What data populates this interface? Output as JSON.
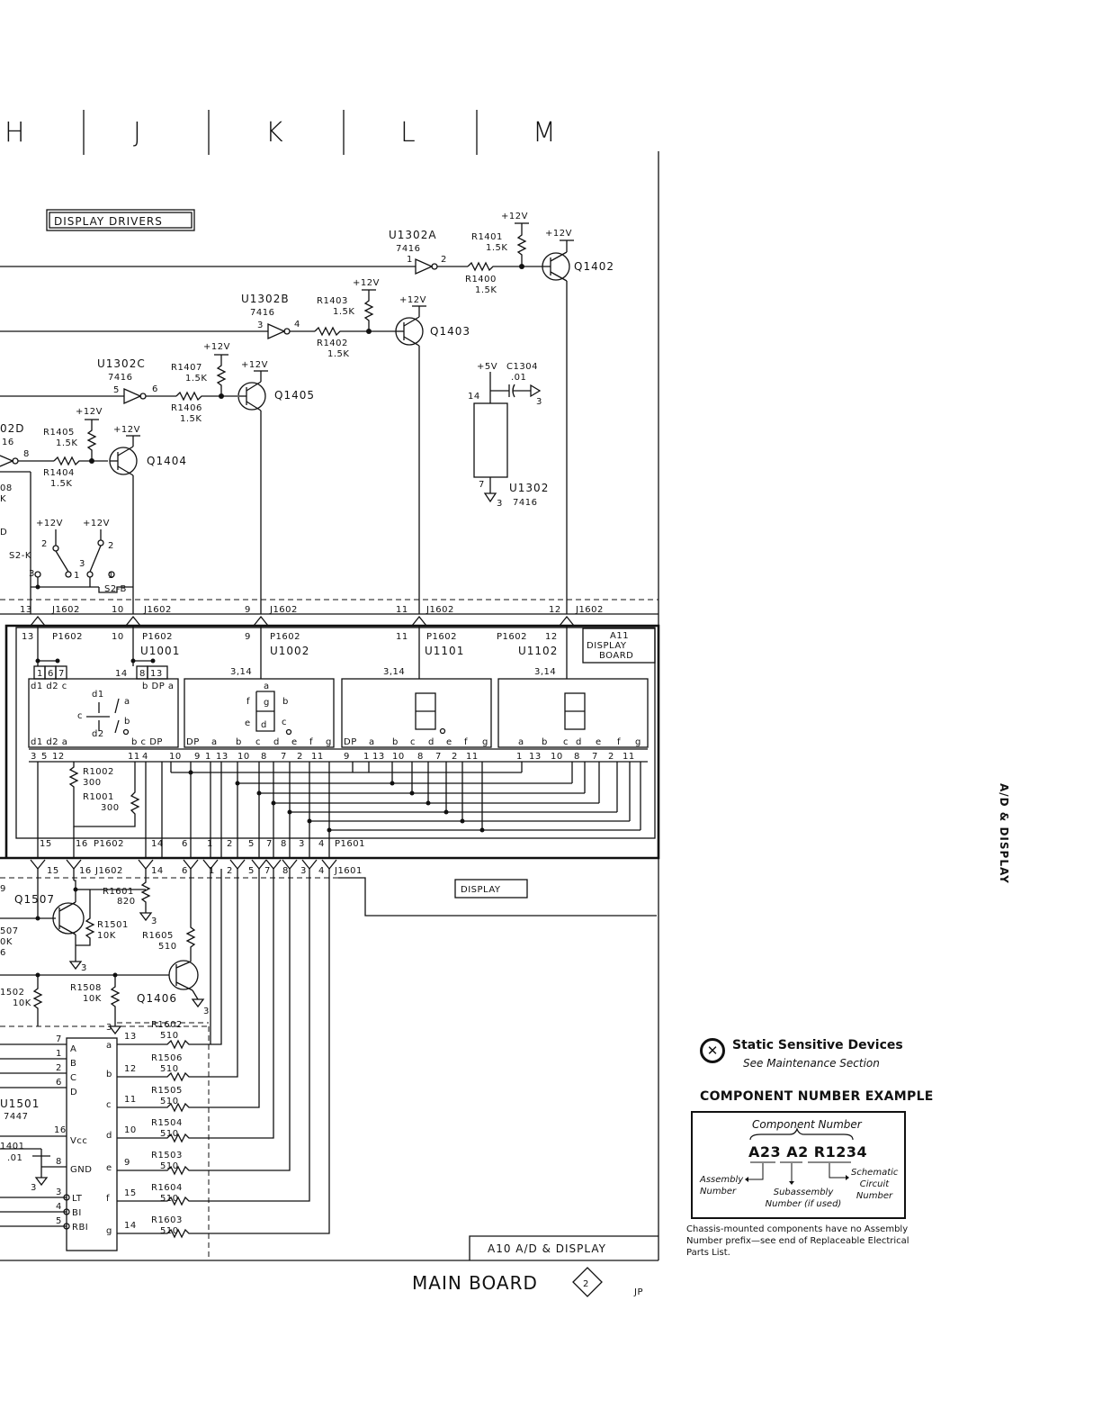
{
  "grid_columns": [
    "H",
    "J",
    "K",
    "L",
    "M"
  ],
  "sections": {
    "display_drivers": "DISPLAY DRIVERS",
    "display": "DISPLAY",
    "board_a11": [
      "A11",
      "DISPLAY",
      "BOARD"
    ],
    "board_a10": "A10 A/D & DISPLAY"
  },
  "footer": {
    "title": "MAIN BOARD",
    "sheet_number": "2",
    "initials": "JP"
  },
  "side_label": "A/D & DISPLAY",
  "supply": {
    "plus12": "+12V",
    "plus5": "+5V"
  },
  "gates": [
    {
      "ref": "U1302A",
      "type": "7416",
      "in_pin": "1",
      "out_pin": "2"
    },
    {
      "ref": "U1302B",
      "type": "7416",
      "in_pin": "3",
      "out_pin": "4"
    },
    {
      "ref": "U1302C",
      "type": "7416",
      "in_pin": "5",
      "out_pin": "6"
    },
    {
      "ref": "02D",
      "type": "16",
      "out_pin": "8"
    }
  ],
  "transistors": [
    "Q1402",
    "Q1403",
    "Q1405",
    "Q1404",
    "Q1507",
    "Q1406"
  ],
  "resistors": [
    {
      "ref": "R1401",
      "value": "1.5K"
    },
    {
      "ref": "R1400",
      "value": "1.5K"
    },
    {
      "ref": "R1403",
      "value": "1.5K"
    },
    {
      "ref": "R1402",
      "value": "1.5K"
    },
    {
      "ref": "R1407",
      "value": "1.5K"
    },
    {
      "ref": "R1406",
      "value": "1.5K"
    },
    {
      "ref": "R1405",
      "value": "1.5K"
    },
    {
      "ref": "R1404",
      "value": "1.5K"
    },
    {
      "ref": "R1002",
      "value": "300"
    },
    {
      "ref": "R1001",
      "value": "300"
    },
    {
      "ref": "R1601",
      "value": "820"
    },
    {
      "ref": "R1501",
      "value": "10K"
    },
    {
      "ref": "R1605",
      "value": "510"
    },
    {
      "ref": "R1508",
      "value": "10K"
    },
    {
      "ref": "R1602",
      "value": "510"
    },
    {
      "ref": "R1506",
      "value": "510"
    },
    {
      "ref": "R1505",
      "value": "510"
    },
    {
      "ref": "R1504",
      "value": "510"
    },
    {
      "ref": "R1503",
      "value": "510"
    },
    {
      "ref": "R1604",
      "value": "510"
    },
    {
      "ref": "R1603",
      "value": "510"
    }
  ],
  "partial_labels": {
    "r1502": "1502",
    "r1502_val": "10K",
    "r1507": "507",
    "r1507_val": "0K",
    "r1507_b": "6",
    "q1507_pin": "9",
    "r08": "08",
    "r08_val": "K",
    "s2d": "D",
    "c1401": "1401",
    "c1401_val": ".01"
  },
  "capacitor_c1304": {
    "ref": "C1304",
    "value": ".01",
    "pin14": "14",
    "pin3": "3"
  },
  "ic_u1302": {
    "ref": "U1302",
    "type": "7416",
    "pin7": "7",
    "pin3": "3"
  },
  "switches": [
    "S2-K",
    "S2-B"
  ],
  "switch_pins": [
    "2",
    "3",
    "1",
    "3",
    "2",
    "1"
  ],
  "connectors": {
    "j1602": "J1602",
    "p1602": "P1602",
    "p1601": "P1601",
    "j1601": "J1601"
  },
  "j1602_pins_top": [
    "13",
    "10",
    "9",
    "11",
    "12"
  ],
  "p1602_pins_top": [
    "13",
    "10",
    "9",
    "11",
    "12"
  ],
  "digits": [
    {
      "ref": "U1001",
      "pins": "14",
      "extra": "8 13"
    },
    {
      "ref": "U1002",
      "pins": "3,14"
    },
    {
      "ref": "U1101",
      "pins": "3,14"
    },
    {
      "ref": "U1102",
      "pins": "3,14"
    }
  ],
  "u1001_top_pins": [
    "1",
    "6",
    "7"
  ],
  "u1001_top_pins_b": [
    "8",
    "13"
  ],
  "u1001_top_seg": "d1 d2 c",
  "u1001_top_seg_b": "b DP a",
  "u1001_bot_seg": "d1 d2 a",
  "u1001_bot_seg_b": "b c DP",
  "u1001_inner": [
    "d1",
    "a",
    "c",
    "b",
    "d2"
  ],
  "u1002_inner": [
    "a",
    "f",
    "g",
    "b",
    "e",
    "d",
    "c"
  ],
  "digit_bottom_segs": {
    "u1002": [
      "DP",
      "a",
      "b",
      "c",
      "d",
      "e",
      "f",
      "g"
    ],
    "u1101": [
      "DP",
      "a",
      "b",
      "c",
      "d",
      "e",
      "f",
      "g"
    ],
    "u1102": [
      "a",
      "b",
      "c",
      "d",
      "e",
      "f",
      "g"
    ]
  },
  "pins_u1001_bottom": [
    "3",
    "5",
    "12",
    "11",
    "4",
    "10"
  ],
  "pins_u1002_bottom": [
    "9",
    "1",
    "13",
    "10",
    "8",
    "7",
    "2",
    "11"
  ],
  "pins_u1101_bottom": [
    "9",
    "1",
    "13",
    "10",
    "8",
    "7",
    "2",
    "11"
  ],
  "pins_u1102_bottom": [
    "1",
    "13",
    "10",
    "8",
    "7",
    "2",
    "11"
  ],
  "p1601_pins": [
    "15",
    "16",
    "14",
    "6",
    "1",
    "2",
    "5",
    "7",
    "8",
    "3",
    "4"
  ],
  "j1601_pins": [
    "15",
    "16",
    "14",
    "6",
    "1",
    "2",
    "5",
    "7",
    "8",
    "3",
    "4"
  ],
  "decoder": {
    "ref": "U1501",
    "type": "7447",
    "inputs": [
      {
        "name": "A",
        "pin": "7"
      },
      {
        "name": "B",
        "pin": "1"
      },
      {
        "name": "C",
        "pin": "2"
      },
      {
        "name": "D",
        "pin": "6"
      }
    ],
    "vcc": "Vcc",
    "vcc_pin": "16",
    "gnd": "GND",
    "gnd_pin": "8",
    "controls": [
      {
        "name": "LT",
        "pin": "3"
      },
      {
        "name": "BI",
        "pin": "4"
      },
      {
        "name": "RBI",
        "pin": "5"
      }
    ],
    "outputs": [
      {
        "seg": "a",
        "pin": "13"
      },
      {
        "seg": "b",
        "pin": "12"
      },
      {
        "seg": "c",
        "pin": "11"
      },
      {
        "seg": "d",
        "pin": "10"
      },
      {
        "seg": "e",
        "pin": "9"
      },
      {
        "seg": "f",
        "pin": "15"
      },
      {
        "seg": "g",
        "pin": "14"
      }
    ]
  },
  "ground_ref": "3",
  "static_notice": {
    "icon_glyph": "✕",
    "title": "Static Sensitive Devices",
    "subtitle": "See Maintenance Section"
  },
  "component_example": {
    "heading": "COMPONENT NUMBER EXAMPLE",
    "label": "Component Number",
    "example": "A23 A2 R1234",
    "assembly": "Assembly Number",
    "subassembly": "Subassembly Number (if used)",
    "schematic": "Schematic Circuit Number"
  },
  "chassis_note": "Chassis-mounted components have no Assembly Number prefix—see end of Replaceable Electrical Parts List."
}
